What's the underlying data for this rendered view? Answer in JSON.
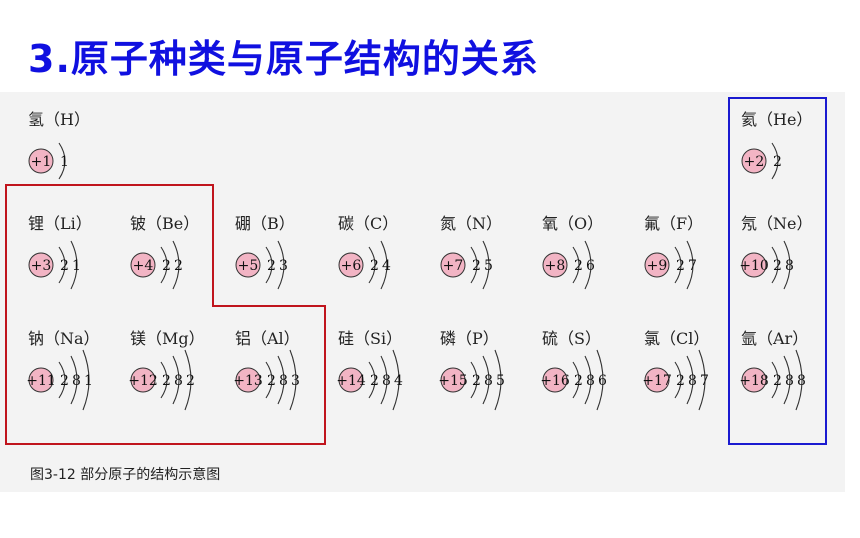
{
  "title": "3.原子种类与原子结构的关系",
  "caption": "图3-12  部分原子的结构示意图",
  "colors": {
    "title": "#1010e0",
    "red_box": "#c0141c",
    "blue_box": "#1a1ad0",
    "nucleus": "#f2b4c4"
  },
  "atoms": [
    {
      "name": "氢（H）",
      "nucleus": "+1",
      "electrons": [
        1
      ]
    },
    {
      "name": "氦（He）",
      "nucleus": "+2",
      "electrons": [
        2
      ]
    },
    {
      "name": "锂（Li）",
      "nucleus": "+3",
      "electrons": [
        2,
        1
      ]
    },
    {
      "name": "铍（Be）",
      "nucleus": "+4",
      "electrons": [
        2,
        2
      ]
    },
    {
      "name": "硼（B）",
      "nucleus": "+5",
      "electrons": [
        2,
        3
      ]
    },
    {
      "name": "碳（C）",
      "nucleus": "+6",
      "electrons": [
        2,
        4
      ]
    },
    {
      "name": "氮（N）",
      "nucleus": "+7",
      "electrons": [
        2,
        5
      ]
    },
    {
      "name": "氧（O）",
      "nucleus": "+8",
      "electrons": [
        2,
        6
      ]
    },
    {
      "name": "氟（F）",
      "nucleus": "+9",
      "electrons": [
        2,
        7
      ]
    },
    {
      "name": "氖（Ne）",
      "nucleus": "+10",
      "electrons": [
        2,
        8
      ]
    },
    {
      "name": "钠（Na）",
      "nucleus": "+11",
      "electrons": [
        2,
        8,
        1
      ]
    },
    {
      "name": "镁（Mg）",
      "nucleus": "+12",
      "electrons": [
        2,
        8,
        2
      ]
    },
    {
      "name": "铝（Al）",
      "nucleus": "+13",
      "electrons": [
        2,
        8,
        3
      ]
    },
    {
      "name": "硅（Si）",
      "nucleus": "+14",
      "electrons": [
        2,
        8,
        4
      ]
    },
    {
      "name": "磷（P）",
      "nucleus": "+15",
      "electrons": [
        2,
        8,
        5
      ]
    },
    {
      "name": "硫（S）",
      "nucleus": "+16",
      "electrons": [
        2,
        8,
        6
      ]
    },
    {
      "name": "氯（Cl）",
      "nucleus": "+17",
      "electrons": [
        2,
        8,
        7
      ]
    },
    {
      "name": "氩（Ar）",
      "nucleus": "+18",
      "electrons": [
        2,
        8,
        8
      ]
    }
  ]
}
